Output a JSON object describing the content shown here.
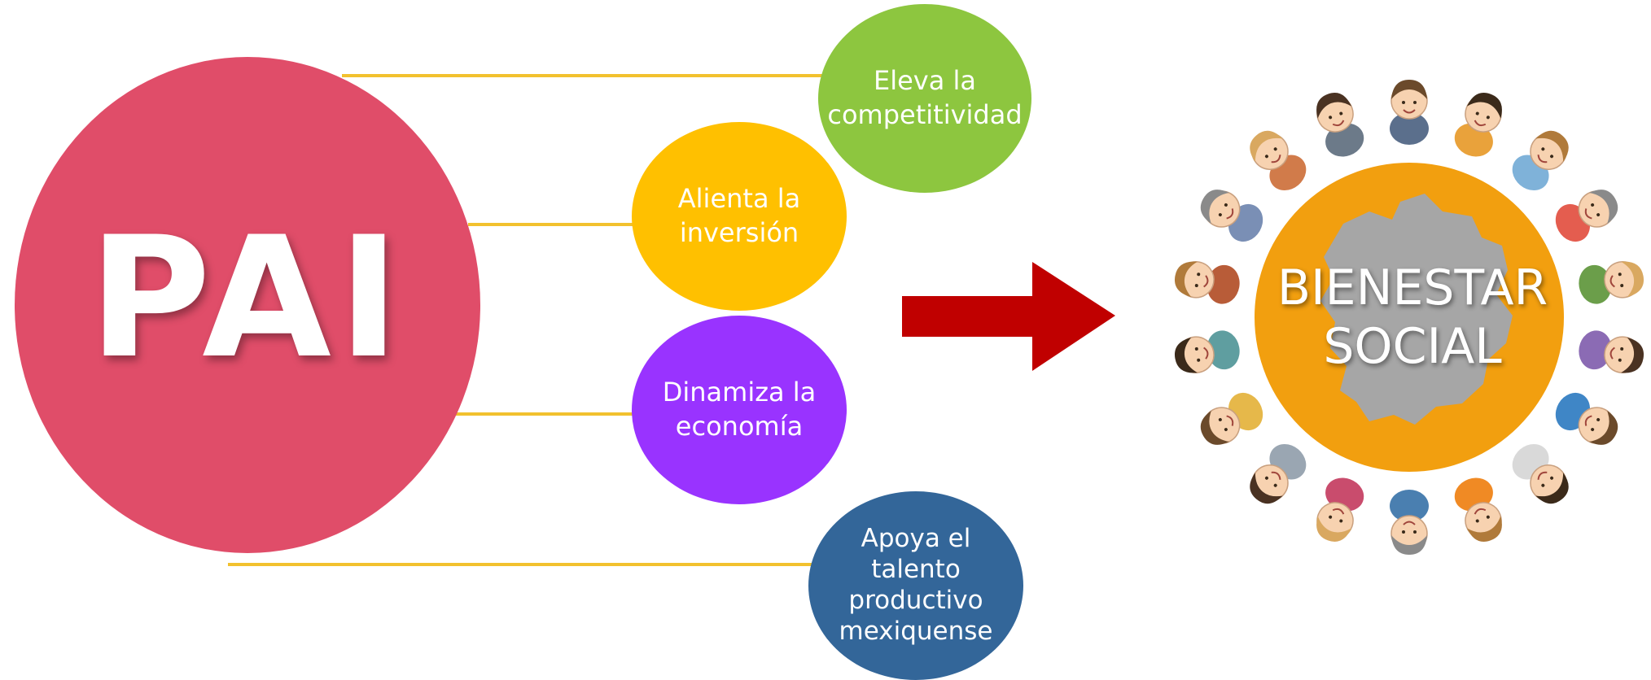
{
  "main_circle": {
    "label": "PAI",
    "color": "#e04d69"
  },
  "benefits": [
    {
      "label": "Eleva la\ncompetitividad",
      "color": "#8dc63f"
    },
    {
      "label": "Alienta la\ninversión",
      "color": "#ffc000"
    },
    {
      "label": "Dinamiza la\neconomía",
      "color": "#9933ff"
    },
    {
      "label": "Apoya el\ntalento\nproductivo\nmexiquense",
      "color": "#336699"
    }
  ],
  "connector_color": "#f2c12e",
  "arrow": {
    "color": "#c00000",
    "icon": "right-arrow-icon"
  },
  "result": {
    "label": "BIENESTAR\nSOCIAL",
    "color": "#f29f0f",
    "icon": "people-ring-with-state-map"
  }
}
